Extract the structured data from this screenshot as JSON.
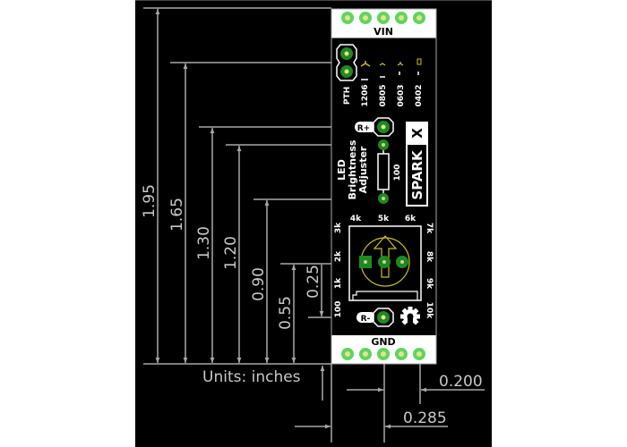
{
  "units_label": "Units: inches",
  "vertical_dimensions": [
    "1.95",
    "1.65",
    "1.30",
    "1.20",
    "0.90",
    "0.55",
    "0.25"
  ],
  "horizontal_dimensions": [
    "0.200",
    "0.285"
  ],
  "board": {
    "top_header_label": "VIN",
    "bottom_header_label": "GND",
    "jumper_labels": [
      "PTH",
      "1206",
      "0805",
      "0603",
      "0402"
    ],
    "title_lines": [
      "LED",
      "Brightness",
      "Adjuster"
    ],
    "resistor_value": "100",
    "r_plus_label": "R+",
    "r_minus_label": "R-",
    "logo_text": "SPARK",
    "logo_mark": "X",
    "top_scale_labels": [
      "4k",
      "5k",
      "6k"
    ],
    "left_scale_labels": [
      "3k",
      "2k",
      "1k",
      "100"
    ],
    "right_scale_labels": [
      "7k",
      "8k",
      "9k",
      "10k"
    ]
  },
  "colors": {
    "background": "#000000",
    "dimension": "#a8a8a8",
    "pad_green": "#3cc23c",
    "silk_yellow": "#c8c020"
  }
}
